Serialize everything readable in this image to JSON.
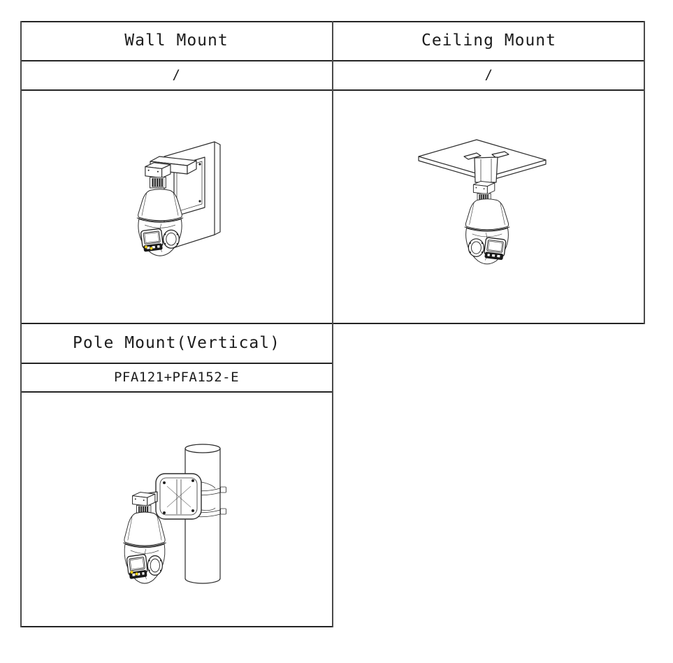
{
  "page": {
    "background": "#ffffff"
  },
  "colors": {
    "grid_line": "#242424",
    "text": "#1c1c1c",
    "led_yellow": "#f2d117"
  },
  "table": {
    "columns": 2,
    "cells": [
      {
        "header": "Wall Mount",
        "model": "/",
        "illustration": "wall-mount-camera-drawing"
      },
      {
        "header": "Ceiling Mount",
        "model": "/",
        "illustration": "ceiling-mount-camera-drawing"
      },
      {
        "header": "Pole Mount(Vertical)",
        "model": "PFA121+PFA152-E",
        "illustration": "pole-mount-camera-drawing"
      }
    ]
  }
}
